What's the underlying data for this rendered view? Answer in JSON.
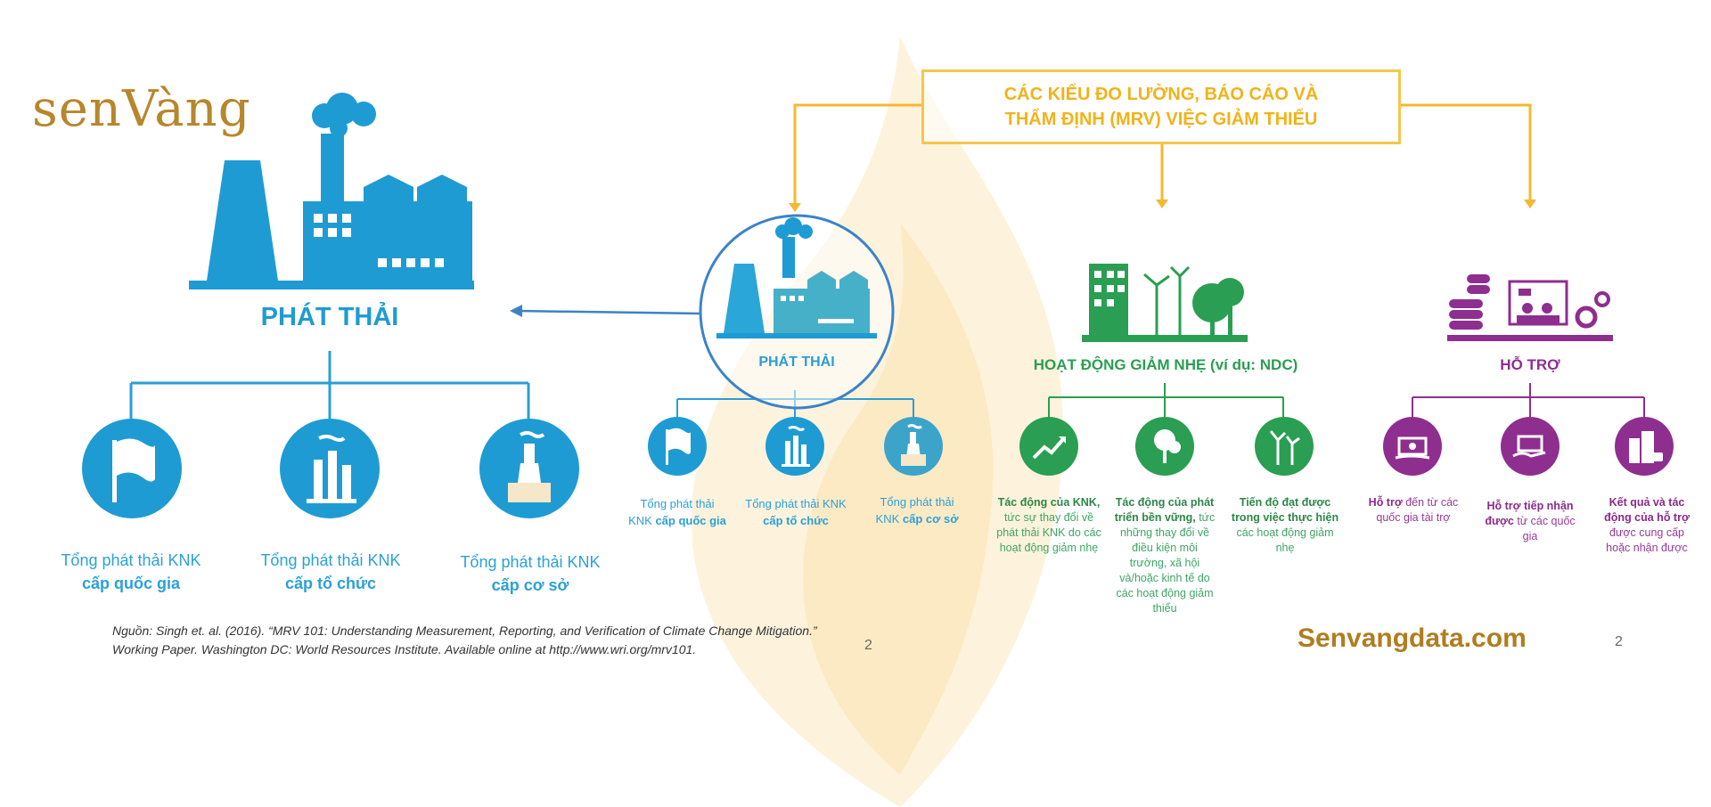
{
  "logo": {
    "text": "senVàng"
  },
  "mrv_box": {
    "line1": "CÁC KIỂU ĐO LƯỜNG, BÁO CÁO VÀ",
    "line2": "THẨM ĐỊNH (MRV) VIỆC GIẢM THIỂU"
  },
  "left": {
    "title": "PHÁT THẢI",
    "items": [
      {
        "line1": "Tổng phát thải KNK",
        "line2": "cấp quốc gia"
      },
      {
        "line1": "Tổng phát thải KNK",
        "line2": "cấp tổ chức"
      },
      {
        "line1": "Tổng phát thải KNK",
        "line2": "cấp cơ sở"
      }
    ]
  },
  "emissions": {
    "title": "PHÁT THẢI",
    "items": [
      {
        "line1": "Tổng phát thải",
        "line2a": "KNK ",
        "line2b": "cấp quốc gia"
      },
      {
        "line1": "Tổng phát thải KNK",
        "line2a": "",
        "line2b": "cấp tổ chức"
      },
      {
        "line1": "Tổng phát thải",
        "line2a": "KNK ",
        "line2b": "cấp cơ sở"
      }
    ]
  },
  "mitigation": {
    "title": "HOẠT ĐỘNG GIẢM NHẸ (ví dụ: NDC)",
    "items": [
      {
        "bold": "Tác động của KNK,",
        "rest": " tức sự thay đổi về phát thải KNK do các hoạt động giảm nhẹ"
      },
      {
        "bold": "Tác động của phát triển bền vững,",
        "rest": " tức những thay đổi về điều kiện môi trường, xã hội và/hoặc kinh tế do các hoạt động giảm thiểu"
      },
      {
        "bold": "Tiến độ đạt được trong việc thực hiện",
        "rest": " các hoạt động giảm nhẹ"
      }
    ]
  },
  "support": {
    "title": "HỖ TRỢ",
    "items": [
      {
        "bold": "Hỗ trợ",
        "rest": " đến từ các quốc gia tài trợ"
      },
      {
        "bold": "Hỗ trợ tiếp nhận được",
        "rest": " từ các quốc gia"
      },
      {
        "bold": "Kết quả và tác động của hỗ trợ",
        "rest": " được cung cấp hoặc nhận được"
      }
    ]
  },
  "source": {
    "line1": "Nguồn: Singh et. al. (2016). “MRV 101: Understanding Measurement, Reporting, and Verification of Climate Change Mitigation.”",
    "line2": "Working Paper. Washington DC: World Resources Institute. Available online at http://www.wri.org/mrv101."
  },
  "brand": "Senvangdata.com",
  "page_number": "2",
  "page_number_inner": "2",
  "colors": {
    "blue": "#1f9bd3",
    "green": "#2a9e52",
    "purple": "#8e2e8f",
    "gold": "#f0b31a",
    "brand": "#b07d1f"
  }
}
